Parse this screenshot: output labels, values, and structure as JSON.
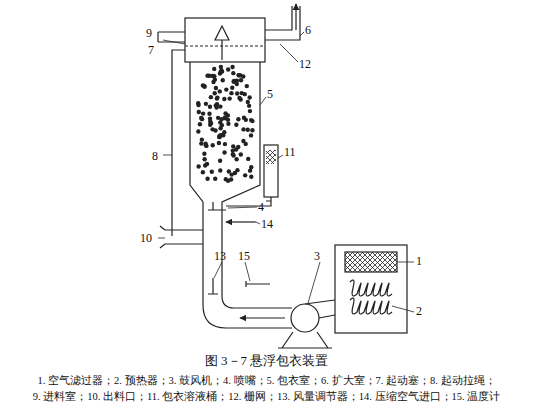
{
  "diagram": {
    "caption": "图 3－7  悬浮包衣装置",
    "labels": [
      "1",
      "2",
      "3",
      "4",
      "5",
      "6",
      "7",
      "8",
      "9",
      "10",
      "11",
      "12",
      "13",
      "14",
      "15",
      "1. 空气滤过器；2. 预热器；3. 鼓风机；4. 喷嘴；5. 包衣室；6. 扩大室；7. 起动塞；8. 起动拉绳；",
      "9. 进料室；10. 出料口；11. 包衣溶液桶；12. 栅网；13. 风量调节器；14. 压缩空气进口；15. 温度计"
    ]
  }
}
